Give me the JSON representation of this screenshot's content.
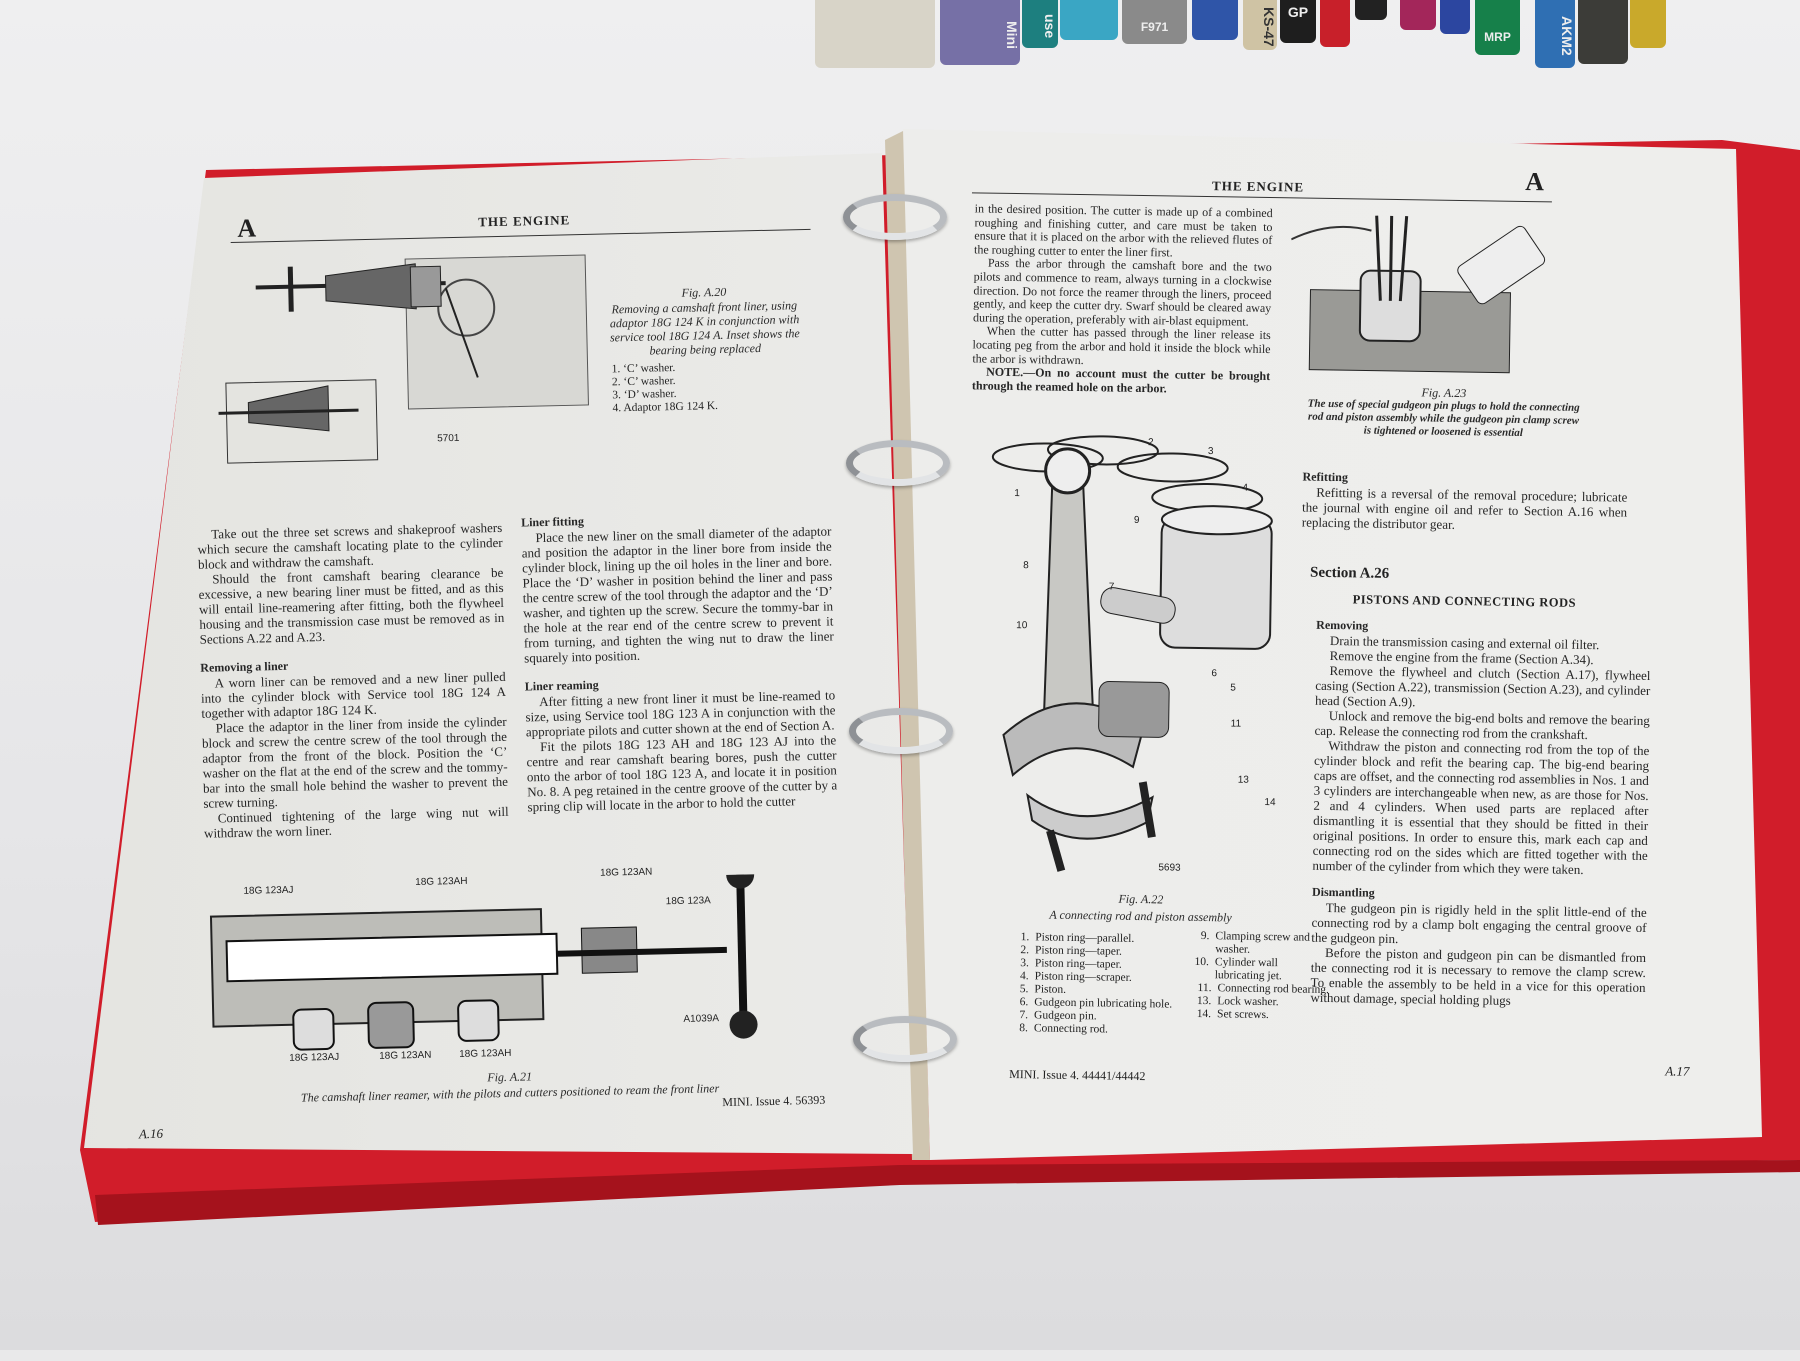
{
  "books": [
    "Mini",
    "use",
    "F971",
    "KS-47",
    "GP",
    "MRP",
    "AKM2"
  ],
  "colors": {
    "binder": "#d11d2a",
    "page": "#ececea",
    "ink": "#262626"
  },
  "left_page": {
    "section_letter": "A",
    "header": "THE ENGINE",
    "fig20": {
      "label": "Fig. A.20",
      "caption": "Removing a camshaft front liner, using adaptor 18G 124 K in conjunction with service tool 18G 124 A. Inset shows the bearing being replaced",
      "items": [
        "1. ‘C’ washer.",
        "2. ‘C’ washer.",
        "3. ‘D’ washer.",
        "4. Adaptor 18G 124 K."
      ],
      "plate": "5701"
    },
    "col1": {
      "p1": "Take out the three set screws and shakeproof washers which secure the camshaft locating plate to the cylinder block and withdraw the camshaft.",
      "p2": "Should the front camshaft bearing clearance be excessive, a new bearing liner must be fitted, and as this will entail line-reamering after fitting, both the flywheel housing and the transmission case must be removed as in Sections A.22 and A.23.",
      "h_removing": "Removing a liner",
      "p3": "A worn liner can be removed and a new liner pulled into the cylinder block with Service tool 18G 124 A together with adaptor 18G 124 K.",
      "p4": "Place the adaptor in the liner from inside the cylinder block and screw the centre screw of the tool through the adaptor from the front of the block. Position the ‘C’ washer on the flat at the end of the screw and the tommy-bar into the small hole behind the washer to prevent the screw turning.",
      "p5": "Continued tightening of the large wing nut will withdraw the worn liner."
    },
    "col2": {
      "h_fitting": "Liner fitting",
      "p1": "Place the new liner on the small diameter of the adaptor and position the adaptor in the liner bore from inside the cylinder block, lining up the oil holes in the liner and bore. Place the ‘D’ washer in position behind the liner and pass the centre screw of the tool through the adaptor and the ‘D’ washer, and tighten up the screw. Secure the tommy-bar in the hole at the rear end of the centre screw to prevent it from turning, and tighten the wing nut to draw the liner squarely into position.",
      "h_reaming": "Liner reaming",
      "p2": "After fitting a new front liner it must be line-reamed to size, using Service tool 18G 123 A in conjunction with the appropriate pilots and cutter shown at the end of Section A.",
      "p3": "Fit the pilots 18G 123 AH and 18G 123 AJ into the centre and rear camshaft bearing bores, push the cutter onto the arbor of tool 18G 123 A, and locate it in position No. 8. A peg retained in the centre groove of the cutter by a spring clip will locate in the arbor to hold the cutter"
    },
    "fig21": {
      "labels": [
        "18G 123AJ",
        "18G 123AH",
        "18G 123AN",
        "18G 123A",
        "A1039A",
        "18G 123AJ",
        "18G 123AN",
        "18G 123AH"
      ],
      "label": "Fig. A.21",
      "caption": "The camshaft liner reamer, with the pilots and cutters positioned to ream the front liner"
    },
    "footer": "MINI. Issue 4. 56393",
    "page_number": "A.16"
  },
  "right_page": {
    "header": "THE ENGINE",
    "section_letter": "A",
    "col1": {
      "p1": "in the desired position. The cutter is made up of a combined roughing and finishing cutter, and care must be taken to ensure that it is placed on the arbor with the relieved flutes of the roughing cutter to enter the liner first.",
      "p2": "Pass the arbor through the camshaft bore and the two pilots and commence to ream, always turning in a clockwise direction. Do not force the reamer through the liners, proceed gently, and keep the cutter dry. Swarf should be cleared away during the operation, preferably with air-blast equipment.",
      "p3": "When the cutter has passed through the liner release its locating peg from the arbor and hold it inside the block while the arbor is withdrawn.",
      "note": "NOTE.—On no account must the cutter be brought through the reamed hole on the arbor."
    },
    "fig23": {
      "label": "Fig. A.23",
      "caption": "The use of special gudgeon pin plugs to hold the connecting rod and piston assembly while the gudgeon pin clamp screw is tightened or loosened is essential"
    },
    "refitting": {
      "heading": "Refitting",
      "text": "Refitting is a reversal of the removal procedure; lubricate the journal with engine oil and refer to Section A.16 when replacing the distributor gear."
    },
    "section": {
      "number": "Section A.26",
      "title": "PISTONS AND CONNECTING RODS",
      "h_removing": "Removing",
      "r1": "Drain the transmission casing and external oil filter.",
      "r2": "Remove the engine from the frame (Section A.34).",
      "r3": "Remove the flywheel and clutch (Section A.17), flywheel casing (Section A.22), transmission (Section A.23), and cylinder head (Section A.9).",
      "r4": "Unlock and remove the big-end bolts and remove the bearing cap. Release the connecting rod from the crankshaft.",
      "r5": "Withdraw the piston and connecting rod from the top of the cylinder block and refit the bearing cap. The big-end bearing caps are offset, and the connecting rod assemblies in Nos. 1 and 3 cylinders are interchangeable when new, as are those for Nos. 2 and 4 cylinders. When used parts are replaced after dismantling it is essential that they should be fitted in their original positions. In order to ensure this, mark each cap and connecting rod on the sides which are fitted together with the number of the cylinder from which they were taken.",
      "h_dismantling": "Dismantling",
      "d1": "The gudgeon pin is rigidly held in the split little-end of the connecting rod by a clamp bolt engaging the central groove of the gudgeon pin.",
      "d2": "Before the piston and gudgeon pin can be dismantled from the connecting rod it is necessary to remove the clamp screw. To enable the assembly to be held in a vice for this operation without damage, special holding plugs"
    },
    "fig22": {
      "callouts": [
        "1",
        "2",
        "3",
        "4",
        "5",
        "6",
        "7",
        "8",
        "9",
        "10",
        "11",
        "13",
        "14"
      ],
      "plate": "5693",
      "label": "Fig. A.22",
      "caption": "A connecting rod and piston assembly",
      "legend_left": [
        {
          "n": "1.",
          "t": "Piston ring—parallel."
        },
        {
          "n": "2.",
          "t": "Piston ring—taper."
        },
        {
          "n": "3.",
          "t": "Piston ring—taper."
        },
        {
          "n": "4.",
          "t": "Piston ring—scraper."
        },
        {
          "n": "5.",
          "t": "Piston."
        },
        {
          "n": "6.",
          "t": "Gudgeon pin lubricating hole."
        },
        {
          "n": "7.",
          "t": "Gudgeon pin."
        },
        {
          "n": "8.",
          "t": "Connecting rod."
        }
      ],
      "legend_right": [
        {
          "n": "9.",
          "t": "Clamping screw and washer."
        },
        {
          "n": "10.",
          "t": "Cylinder wall lubricating jet."
        },
        {
          "n": "11.",
          "t": "Connecting rod bearing."
        },
        {
          "n": "13.",
          "t": "Lock washer."
        },
        {
          "n": "14.",
          "t": "Set screws."
        }
      ]
    },
    "footer": "MINI. Issue 4. 44441/44442",
    "page_number": "A.17"
  }
}
